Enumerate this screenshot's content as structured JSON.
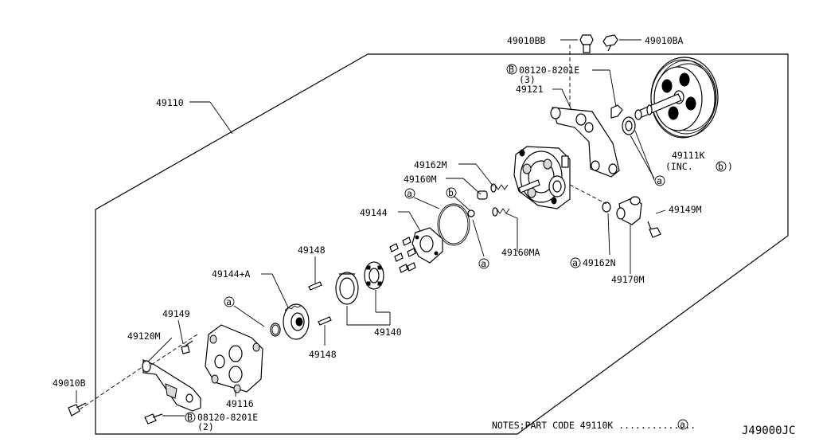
{
  "labels": {
    "p49010BB": "49010BB",
    "p49010BA": "49010BA",
    "p08120_top": "08120-8201E",
    "p08120_top_qty": "(3)",
    "p49121": "49121",
    "p49110": "49110",
    "p49111K": "49111K",
    "p49111K_inc": "(INC.",
    "p49162M": "49162M",
    "p49160M": "49160M",
    "p49144": "49144",
    "p49149M": "49149M",
    "p49160MA": "49160MA",
    "p49162N": "49162N",
    "p49170M": "49170M",
    "p49148_top": "49148",
    "p49144A": "49144+A",
    "p49149": "49149",
    "p49120M": "49120M",
    "p49140": "49140",
    "p49148_bottom": "49148",
    "p49116": "49116",
    "p49010B": "49010B",
    "p08120_bottom": "08120-8201E",
    "p08120_bottom_qty": "(2)",
    "notes": "NOTES;PART CODE 49110K ..............",
    "diagram_code": "J49000JC"
  },
  "markers": {
    "a": "a",
    "b": "b",
    "B": "B",
    "close_paren": ")"
  }
}
